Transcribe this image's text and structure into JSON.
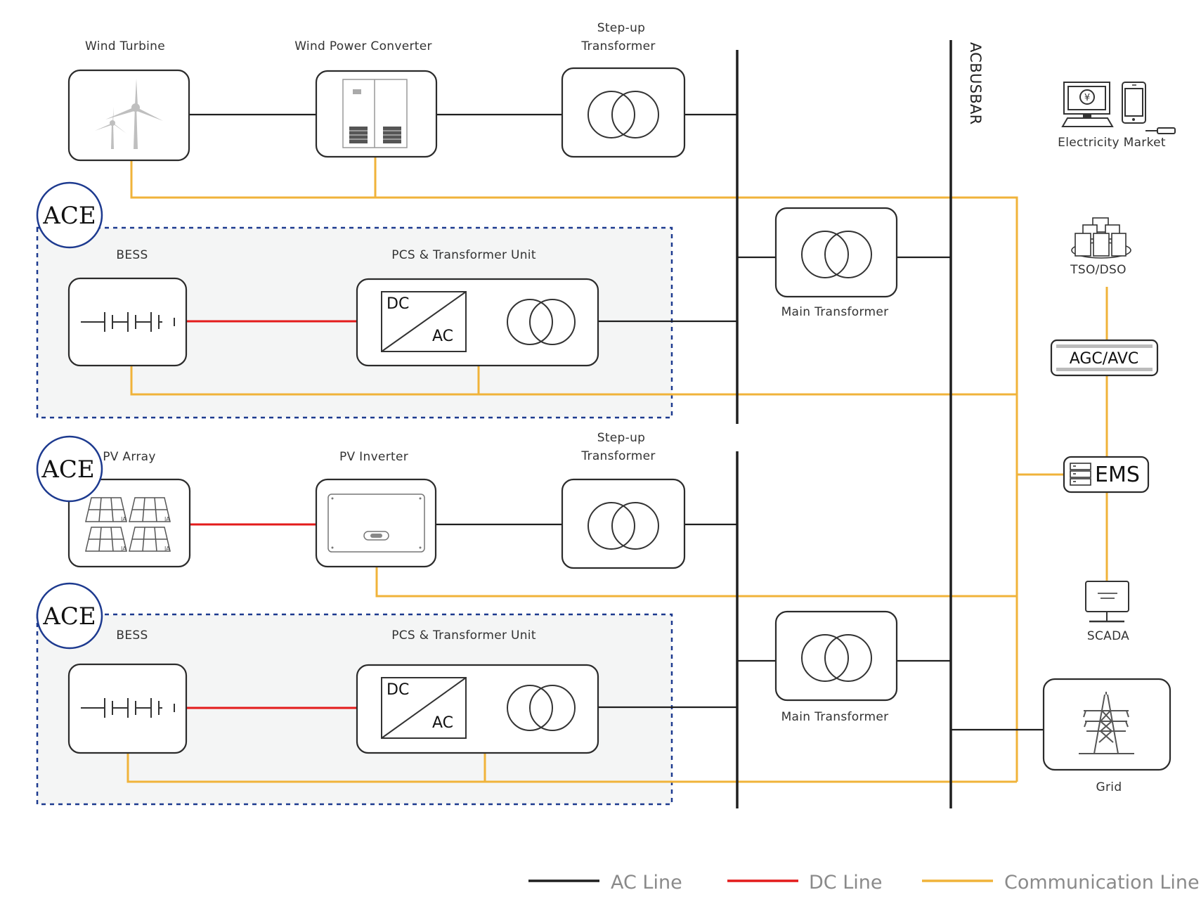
{
  "labels": {
    "wind_turbine": "Wind Turbine",
    "wind_converter": "Wind Power Converter",
    "stepup_1_line1": "Step-up",
    "stepup_1_line2": "Transformer",
    "ac_busbar": "ACBUSBAR",
    "electricity_market": "Electricity Market",
    "bess_1": "BESS",
    "pcs_1": "PCS & Transformer Unit",
    "main_transformer_1": "Main Transformer",
    "tso_dso": "TSO/DSO",
    "agc_avc": "AGC/AVC",
    "pv_array": "PV Array",
    "pv_inverter": "PV Inverter",
    "stepup_2_line1": "Step-up",
    "stepup_2_line2": "Transformer",
    "ems": "EMS",
    "bess_2": "BESS",
    "pcs_2": "PCS & Transformer Unit",
    "main_transformer_2": "Main Transformer",
    "scada": "SCADA",
    "grid": "Grid",
    "dc": "DC",
    "ac": "AC",
    "ace": "ACE",
    "yuan_symbol": "¥",
    "ja_badge": "JA"
  },
  "legend": {
    "ac_line": "AC Line",
    "dc_line": "DC Line",
    "comm_line": "Communication Line"
  },
  "colors": {
    "ac_line": "#1f1f1f",
    "dc_line": "#e31b1b",
    "comm_line": "#f0b33a",
    "ace_border": "#1d3a8f",
    "zone_fill": "#f4f5f5"
  },
  "icons": [
    "wind-turbine-icon",
    "converter-cabinet-icon",
    "transformer-icon",
    "battery-icon",
    "dc-ac-converter-icon",
    "solar-panel-icon",
    "inverter-icon",
    "computer-icon",
    "phone-icon",
    "server-cluster-icon",
    "server-rack-icon",
    "monitor-icon",
    "transmission-tower-icon"
  ]
}
